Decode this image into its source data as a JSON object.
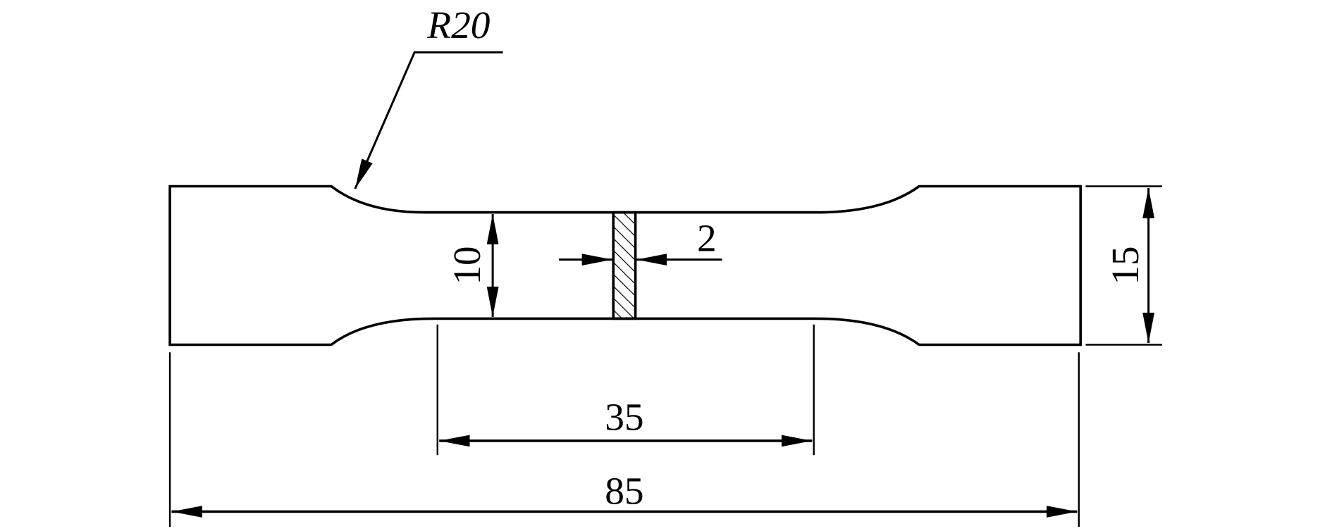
{
  "drawing": {
    "radius_label": "R20",
    "gauge_width_label": "10",
    "weld_width_label": "2",
    "grip_width_label": "15",
    "gauge_length_label": "35",
    "total_length_label": "85"
  },
  "colors": {
    "line": "#000000",
    "background": "#ffffff"
  }
}
